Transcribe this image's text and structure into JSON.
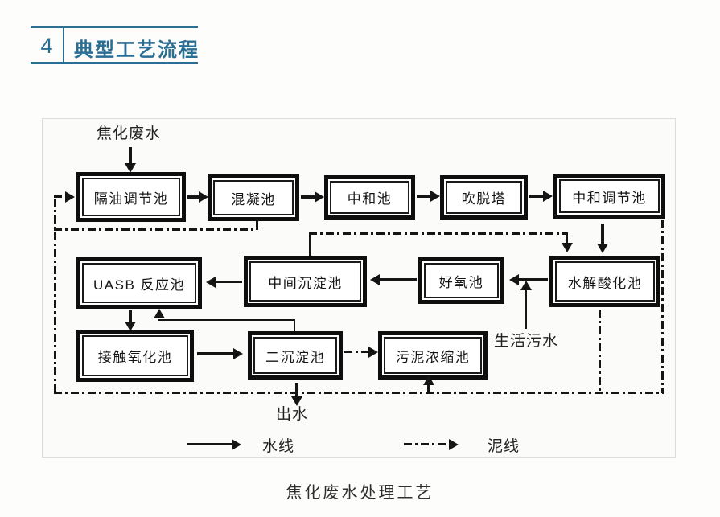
{
  "header": {
    "number": "4",
    "title": "典型工艺流程",
    "accent_color": "#2b6e93"
  },
  "diagram": {
    "influent_label": "焦化废水",
    "domestic_sewage_label": "生活污水",
    "effluent_label": "出水",
    "boxes": [
      {
        "id": "oil-separation-regulating-tank",
        "label": "隔油调节池"
      },
      {
        "id": "coagulation-tank",
        "label": "混凝池"
      },
      {
        "id": "neutralization-tank",
        "label": "中和池"
      },
      {
        "id": "stripping-tower",
        "label": "吹脱塔"
      },
      {
        "id": "neutralization-regulating-tank",
        "label": "中和调节池"
      },
      {
        "id": "uasb-reactor",
        "label": "UASB 反应池"
      },
      {
        "id": "intermediate-sedimentation-tank",
        "label": "中间沉淀池"
      },
      {
        "id": "aerobic-tank",
        "label": "好氧池"
      },
      {
        "id": "hydrolysis-acidification-tank",
        "label": "水解酸化池"
      },
      {
        "id": "contact-oxidation-tank",
        "label": "接触氧化池"
      },
      {
        "id": "secondary-sedimentation-tank",
        "label": "二沉淀池"
      },
      {
        "id": "sludge-thickening-tank",
        "label": "污泥浓缩池"
      }
    ],
    "legend": {
      "water": "水线",
      "sludge": "泥线"
    },
    "connections": {
      "water": [
        "焦化废水 → 隔油调节池",
        "隔油调节池 → 混凝池",
        "混凝池 → 中和池",
        "中和池 → 吹脱塔",
        "吹脱塔 → 中和调节池",
        "中和调节池 → 水解酸化池",
        "水解酸化池 → 好氧池",
        "生活污水 → 好氧池",
        "好氧池 → 中间沉淀池",
        "中间沉淀池 → UASB 反应池",
        "UASB 反应池 → 接触氧化池",
        "接触氧化池 → 二沉淀池",
        "二沉淀池 → 出水",
        "二沉淀池 → UASB 反应池 (回流)"
      ],
      "sludge": [
        "混凝池 → 泥线",
        "中间沉淀池 → 水解酸化池",
        "中和调节池 → 泥线",
        "水解酸化池 → 泥线",
        "二沉淀池 → 污泥浓缩池",
        "泥线 → 污泥浓缩池",
        "泥线 → 隔油调节池"
      ]
    },
    "ink_color": "#151515"
  },
  "caption": "焦化废水处理工艺"
}
